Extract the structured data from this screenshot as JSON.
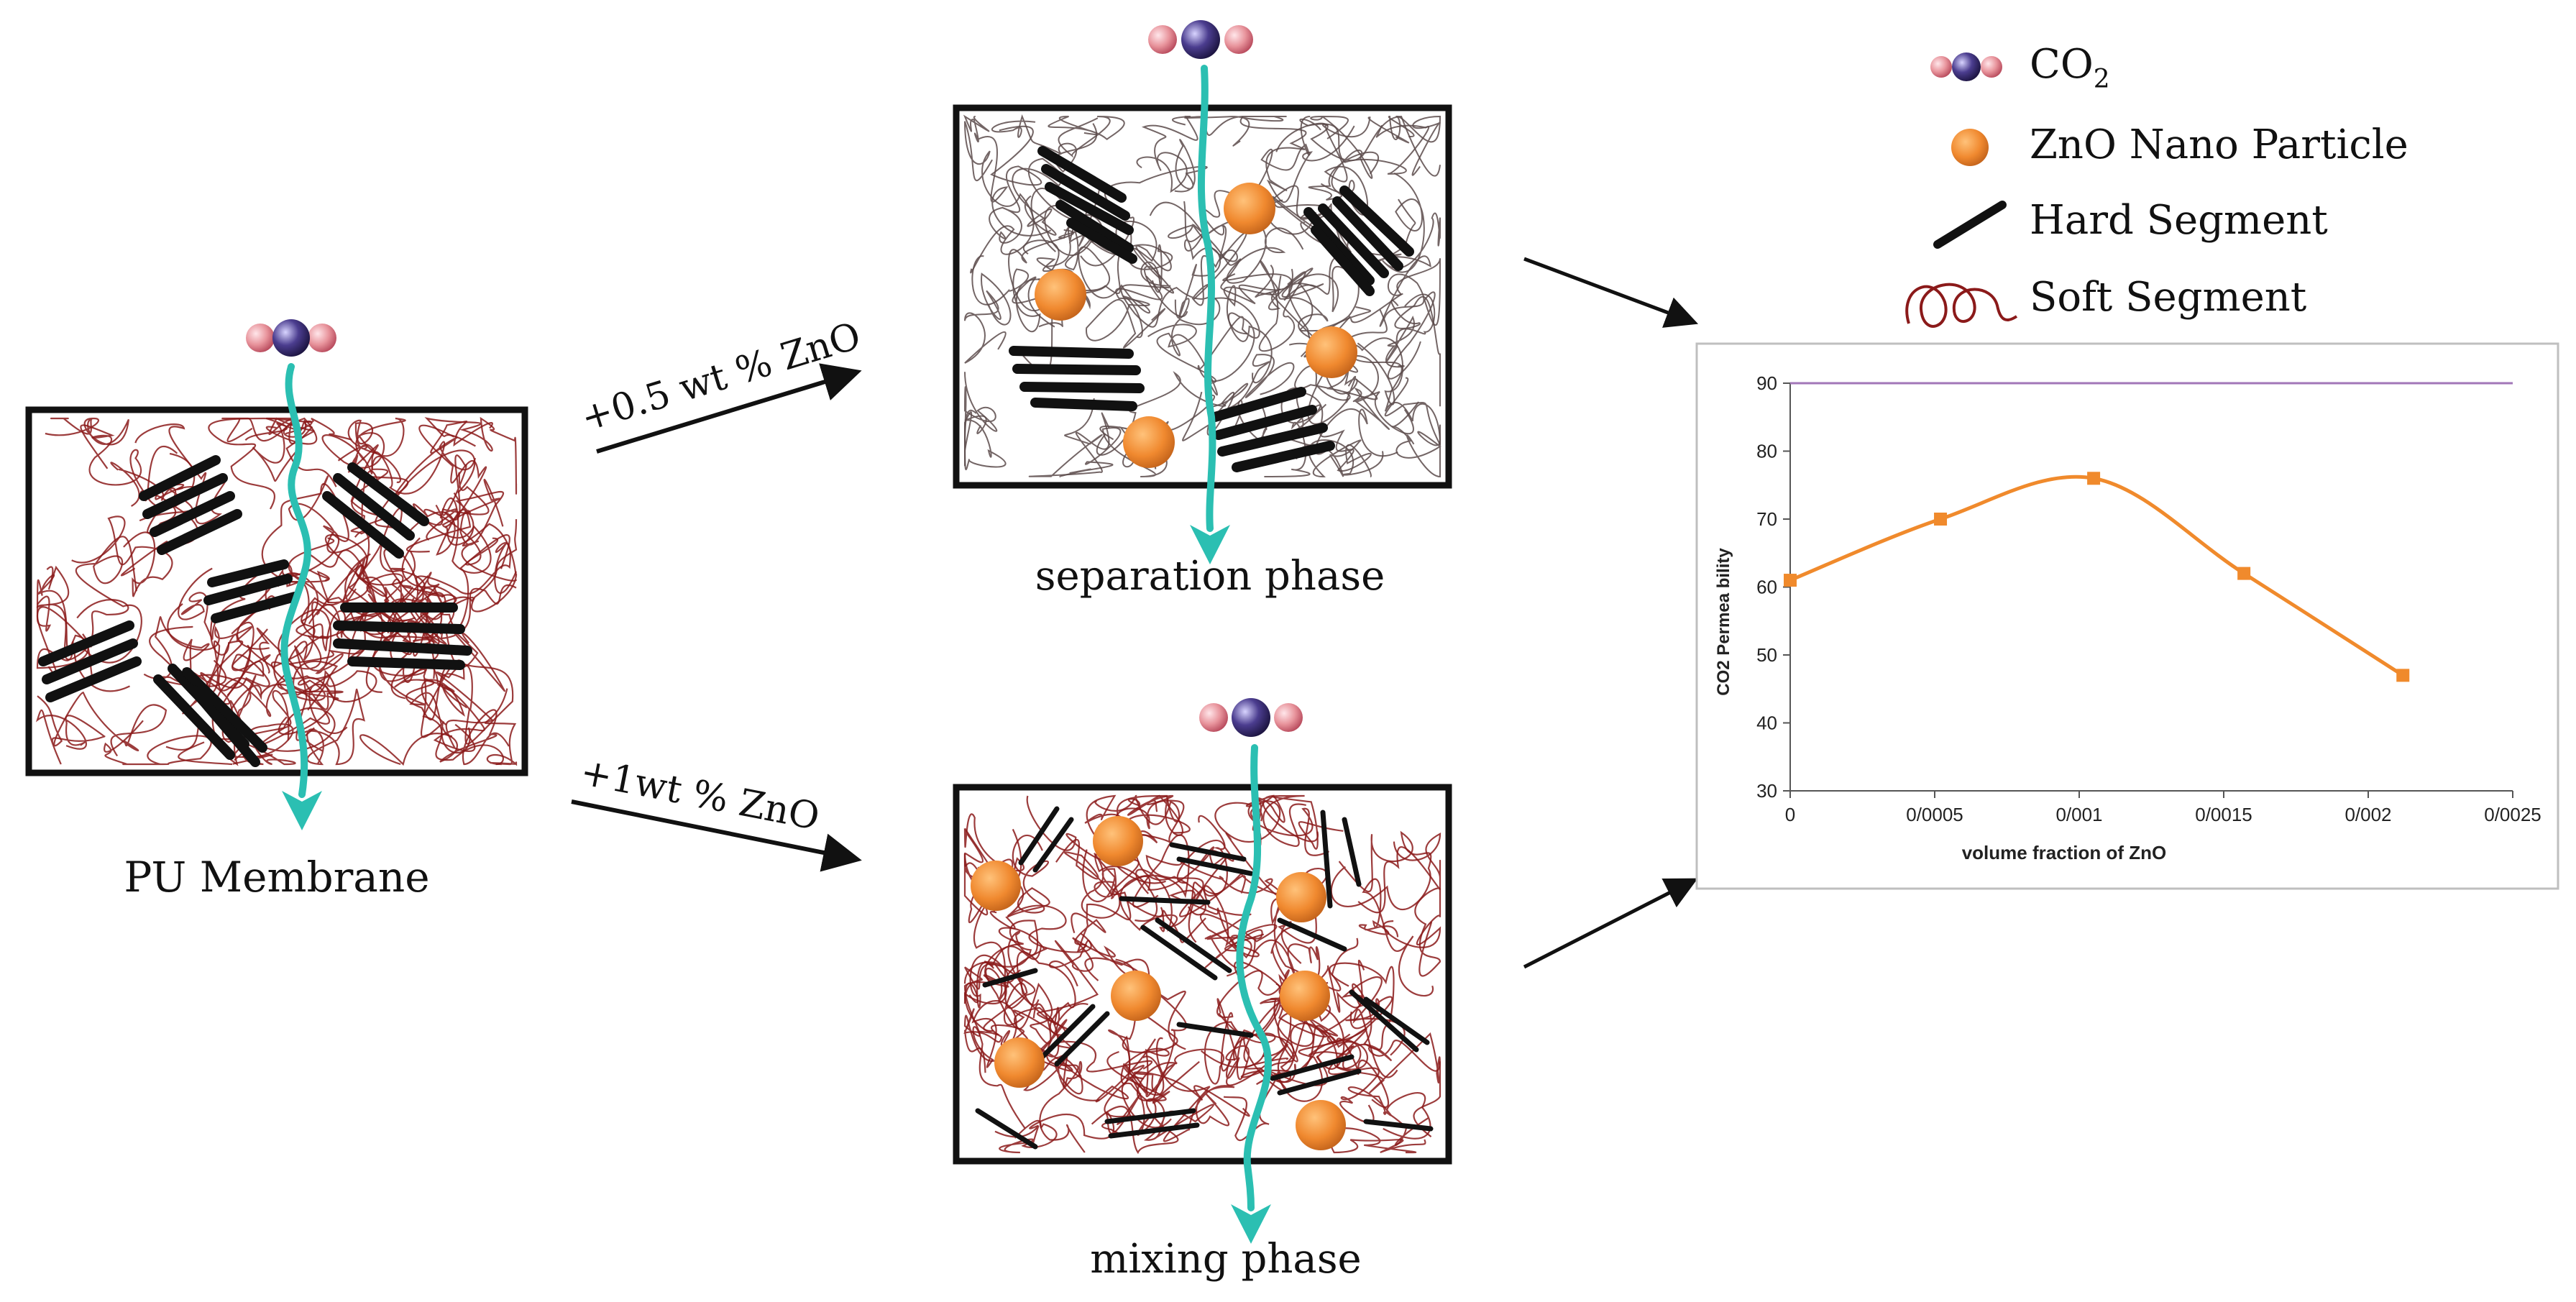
{
  "labels": {
    "pu_membrane": "PU Membrane",
    "separation_phase": "separation phase",
    "mixing_phase": "mixing phase",
    "arrow_top": "+0.5  wt  % ZnO",
    "arrow_bottom": "+1wt % ZnO"
  },
  "legend": {
    "co2": "CO",
    "co2_sub": "2",
    "zno": "ZnO Nano Particle",
    "hard": "Hard Segment",
    "soft": "Soft Segment"
  },
  "colors": {
    "flow_arrow": "#2bbfb2",
    "nanoparticle": "#f0892f",
    "hard_segment": "#1a1a1a",
    "soft_segment": "#8b1a1a",
    "chart_line": "#f08a2c",
    "chart_gridline": "#a276b8",
    "co2_outer_atom": "#e8949c",
    "co2_center_atom": "#3d2f7a"
  },
  "icons": [
    "co2-molecule-icon",
    "zno-particle-icon",
    "hard-segment-icon",
    "soft-segment-icon"
  ],
  "chart_data": {
    "type": "line",
    "xlabel": "volume fraction of ZnO",
    "ylabel": "CO2 Permea bility",
    "x_tick_labels": [
      "0",
      "0/0005",
      "0/001",
      "0/0015",
      "0/002",
      "0/0025"
    ],
    "y_tick_labels": [
      "30",
      "40",
      "50",
      "60",
      "70",
      "80",
      "90"
    ],
    "xlim": [
      0,
      0.0025
    ],
    "ylim": [
      30,
      90
    ],
    "x": [
      0,
      0.00052,
      0.00105,
      0.00157,
      0.00212
    ],
    "y": [
      61,
      70,
      76,
      62,
      47
    ],
    "grid": "top line only",
    "smooth": true
  }
}
